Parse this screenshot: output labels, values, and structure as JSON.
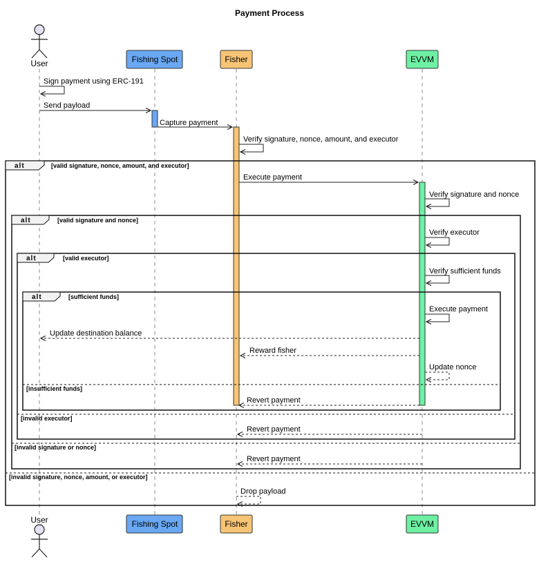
{
  "title": "Payment Process",
  "colors": {
    "fishing_spot": "#6aa8f4",
    "fisher": "#f7c476",
    "evvm": "#6df0a3",
    "actor": "#e2e2f0",
    "line": "#222222",
    "lifeline": "#888888"
  },
  "participants": {
    "user": "User",
    "fishing_spot": "Fishing Spot",
    "fisher": "Fisher",
    "evvm": "EVVM"
  },
  "messages": {
    "sign_payment": "Sign payment using ERC-191",
    "send_payload": "Send payload",
    "capture_payment": "Capture payment",
    "verify_all": "Verify signature, nonce, amount, and executor",
    "execute_payment_call": "Execute payment",
    "verify_sig_nonce": "Verify signature and nonce",
    "verify_executor": "Verify executor",
    "verify_funds": "Verify sufficient funds",
    "execute_payment_self": "Execute payment",
    "update_balance": "Update destination balance",
    "reward_fisher": "Reward fisher",
    "update_nonce": "Update nonce",
    "revert_1": "Revert payment",
    "revert_2": "Revert payment",
    "revert_3": "Revert payment",
    "drop_payload": "Drop payload"
  },
  "fragments": {
    "alt_tag": "alt",
    "alt1_guard": "[valid signature, nonce, amount, and executor]",
    "alt1_else": "[invalid signature, nonce, amount, or executor]",
    "alt2_guard": "[valid signature and nonce]",
    "alt2_else": "[invalid signature or nonce]",
    "alt3_guard": "[valid executor]",
    "alt3_else": "[invalid executor]",
    "alt4_guard": "[sufficient funds]",
    "alt4_else": "[insufficient funds]"
  }
}
